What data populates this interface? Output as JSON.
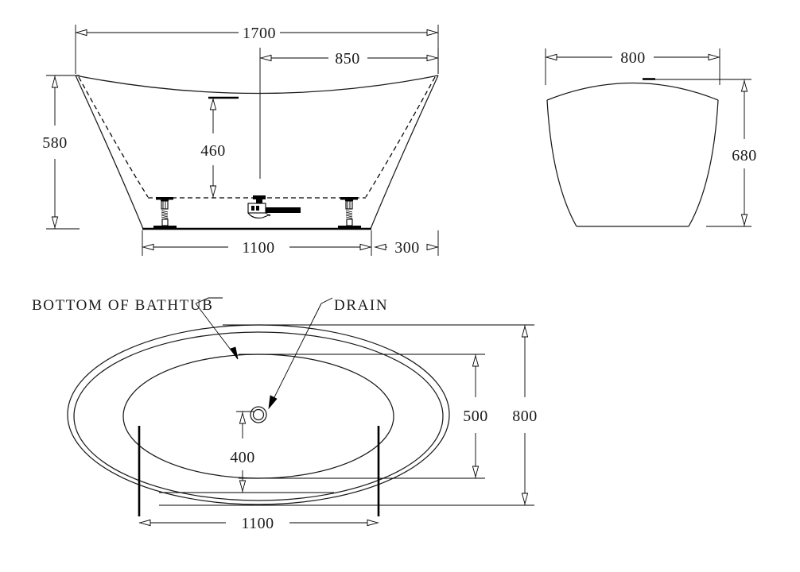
{
  "drawing": {
    "type": "bathtub-technical-drawing",
    "units": "mm",
    "line_color": "#000000",
    "background_color": "#ffffff"
  },
  "views": {
    "front_elevation": {
      "name": "front-elevation-view",
      "dimensions": {
        "overall_length": "1700",
        "half_length": "850",
        "overall_height": "580",
        "inner_depth": "460",
        "foot_span": "1100",
        "end_offset": "300"
      }
    },
    "side_elevation": {
      "name": "side-elevation-view",
      "dimensions": {
        "width": "800",
        "height": "680"
      }
    },
    "plan": {
      "name": "plan-view",
      "dimensions": {
        "overall_width": "800",
        "inner_width": "500",
        "drain_offset": "400",
        "inner_length": "1100"
      },
      "labels": {
        "bottom": "BOTTOM OF BATHTUB",
        "drain": "DRAIN"
      }
    }
  }
}
